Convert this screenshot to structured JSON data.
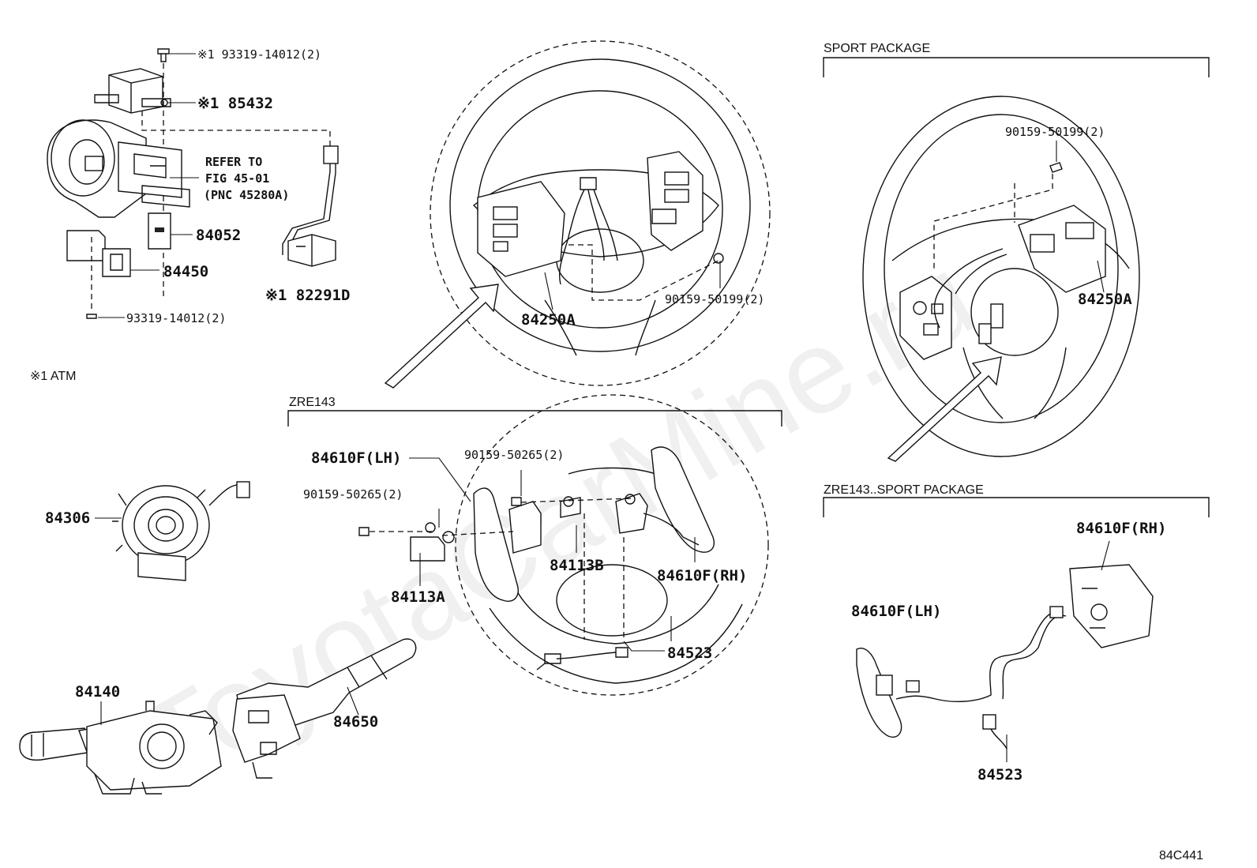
{
  "figure_code": "84C441",
  "watermark": "ToyotaCarMine.ru",
  "sections": {
    "sport_package": "SPORT PACKAGE",
    "zre143": "ZRE143",
    "zre143_sport": "ZRE143..SPORT PACKAGE"
  },
  "footnote": "※1 ATM",
  "refer_note": [
    "REFER TO",
    "FIG 45-01",
    "(PNC 45280A)"
  ],
  "labels": {
    "p93319_top": "※1 93319-14012(2)",
    "p85432": "※1 85432",
    "p84052": "84052",
    "p84450": "84450",
    "p82291d": "※1 82291D",
    "p93319_bottom": "93319-14012(2)",
    "p84306": "84306",
    "p84140": "84140",
    "p84650": "84650",
    "p84250a_main": "84250A",
    "p90159_50199_main": "90159-50199(2)",
    "p84610f_lh": "84610F(LH)",
    "p90159_50265_a": "90159-50265(2)",
    "p90159_50265_b": "90159-50265(2)",
    "p84113a": "84113A",
    "p84113b": "84113B",
    "p84610f_rh": "84610F(RH)",
    "p84523": "84523",
    "p90159_50199_sport": "90159-50199(2)",
    "p84250a_sport": "84250A",
    "p84610f_rh_sport": "84610F(RH)",
    "p84610f_lh_sport": "84610F(LH)",
    "p84523_sport": "84523"
  }
}
